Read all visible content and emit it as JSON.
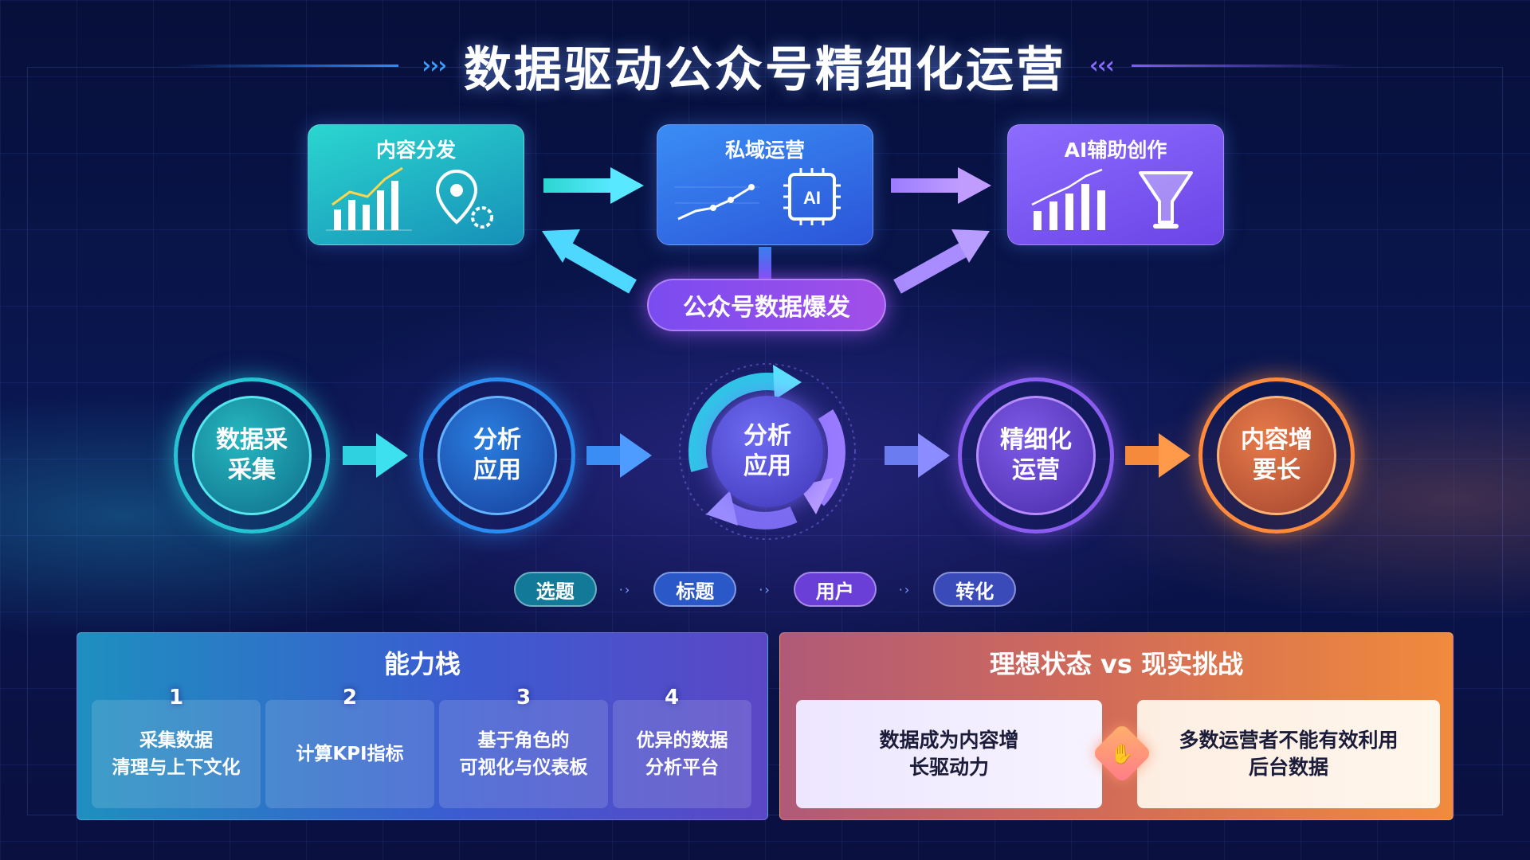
{
  "title": "数据驱动公众号精细化运营",
  "top_cards": [
    {
      "label": "内容分发"
    },
    {
      "label": "私域运营",
      "chip": "AI"
    },
    {
      "label": "AI辅助创作"
    }
  ],
  "hub": {
    "label": "公众号数据爆发"
  },
  "flow": [
    {
      "line1": "数据采",
      "line2": "采集"
    },
    {
      "line1": "分析",
      "line2": "应用"
    },
    {
      "line1": "分析",
      "line2": "应用"
    },
    {
      "line1": "精细化",
      "line2": "运营"
    },
    {
      "line1": "内容增",
      "line2": "要长"
    }
  ],
  "tags": [
    "选题",
    "标题",
    "用户",
    "转化"
  ],
  "capability": {
    "title": "能力栈",
    "items": [
      {
        "num": "1",
        "line1": "采集数据",
        "line2": "清理与上下文化"
      },
      {
        "num": "2",
        "line1": "计算KPI指标",
        "line2": ""
      },
      {
        "num": "3",
        "line1": "基于角色的",
        "line2": "可视化与仪表板"
      },
      {
        "num": "4",
        "line1": "优异的数据",
        "line2": "分析平台"
      }
    ]
  },
  "compare": {
    "title": "理想状态 vs 现实挑战",
    "ideal_line1": "数据成为内容增",
    "ideal_line2": "长驱动力",
    "reality_line1": "多数运营者不能有效利用",
    "reality_line2": "后台数据"
  },
  "colors": {
    "cyan": "#26c3d4",
    "blue": "#2a8cf0",
    "purple": "#8a5cf0",
    "orange": "#ff8a3c"
  }
}
